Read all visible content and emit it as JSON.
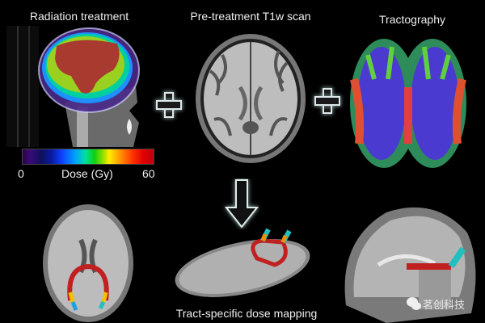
{
  "figure": {
    "panels": {
      "radiation": {
        "title": "Radiation treatment"
      },
      "t1w": {
        "title": "Pre-treatment T1w scan"
      },
      "tractography": {
        "title": "Tractography"
      },
      "axial_result": {
        "title": ""
      },
      "oblique_result": {
        "title": ""
      },
      "sagittal_result": {
        "title": ""
      }
    },
    "colorbar": {
      "min_label": "0",
      "max_label": "60",
      "label": "Dose (Gy)",
      "colors": [
        "#2a0540",
        "#0a1aa0",
        "#1040ff",
        "#00a0ff",
        "#00e0a0",
        "#10d010",
        "#ffee00",
        "#ff9900",
        "#ff3300",
        "#c00010"
      ]
    },
    "operators": [
      "+",
      "+",
      "↓"
    ],
    "caption": "Tract-specific dose mapping",
    "watermark": "茗创科技",
    "watermark_icon": "wechat-icon"
  }
}
